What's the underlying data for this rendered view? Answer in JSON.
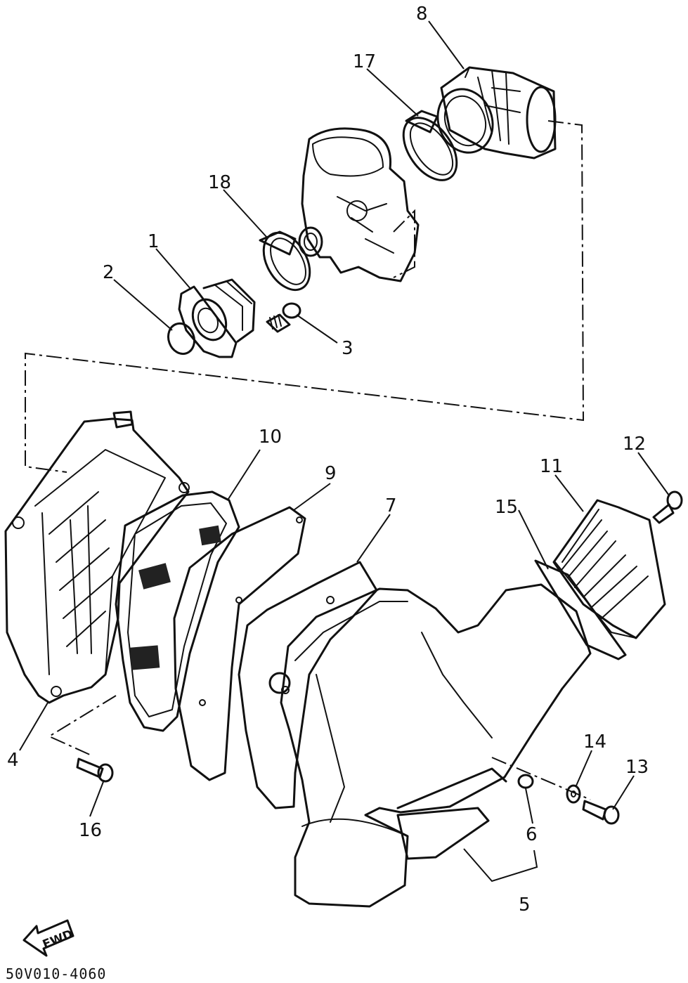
{
  "diagram": {
    "callouts": [
      "1",
      "2",
      "3",
      "4",
      "5",
      "6",
      "7",
      "8",
      "9",
      "10",
      "11",
      "12",
      "13",
      "14",
      "15",
      "16",
      "17",
      "18"
    ],
    "direction_marker": "FWD",
    "drawing_code": "50V010-4060"
  }
}
